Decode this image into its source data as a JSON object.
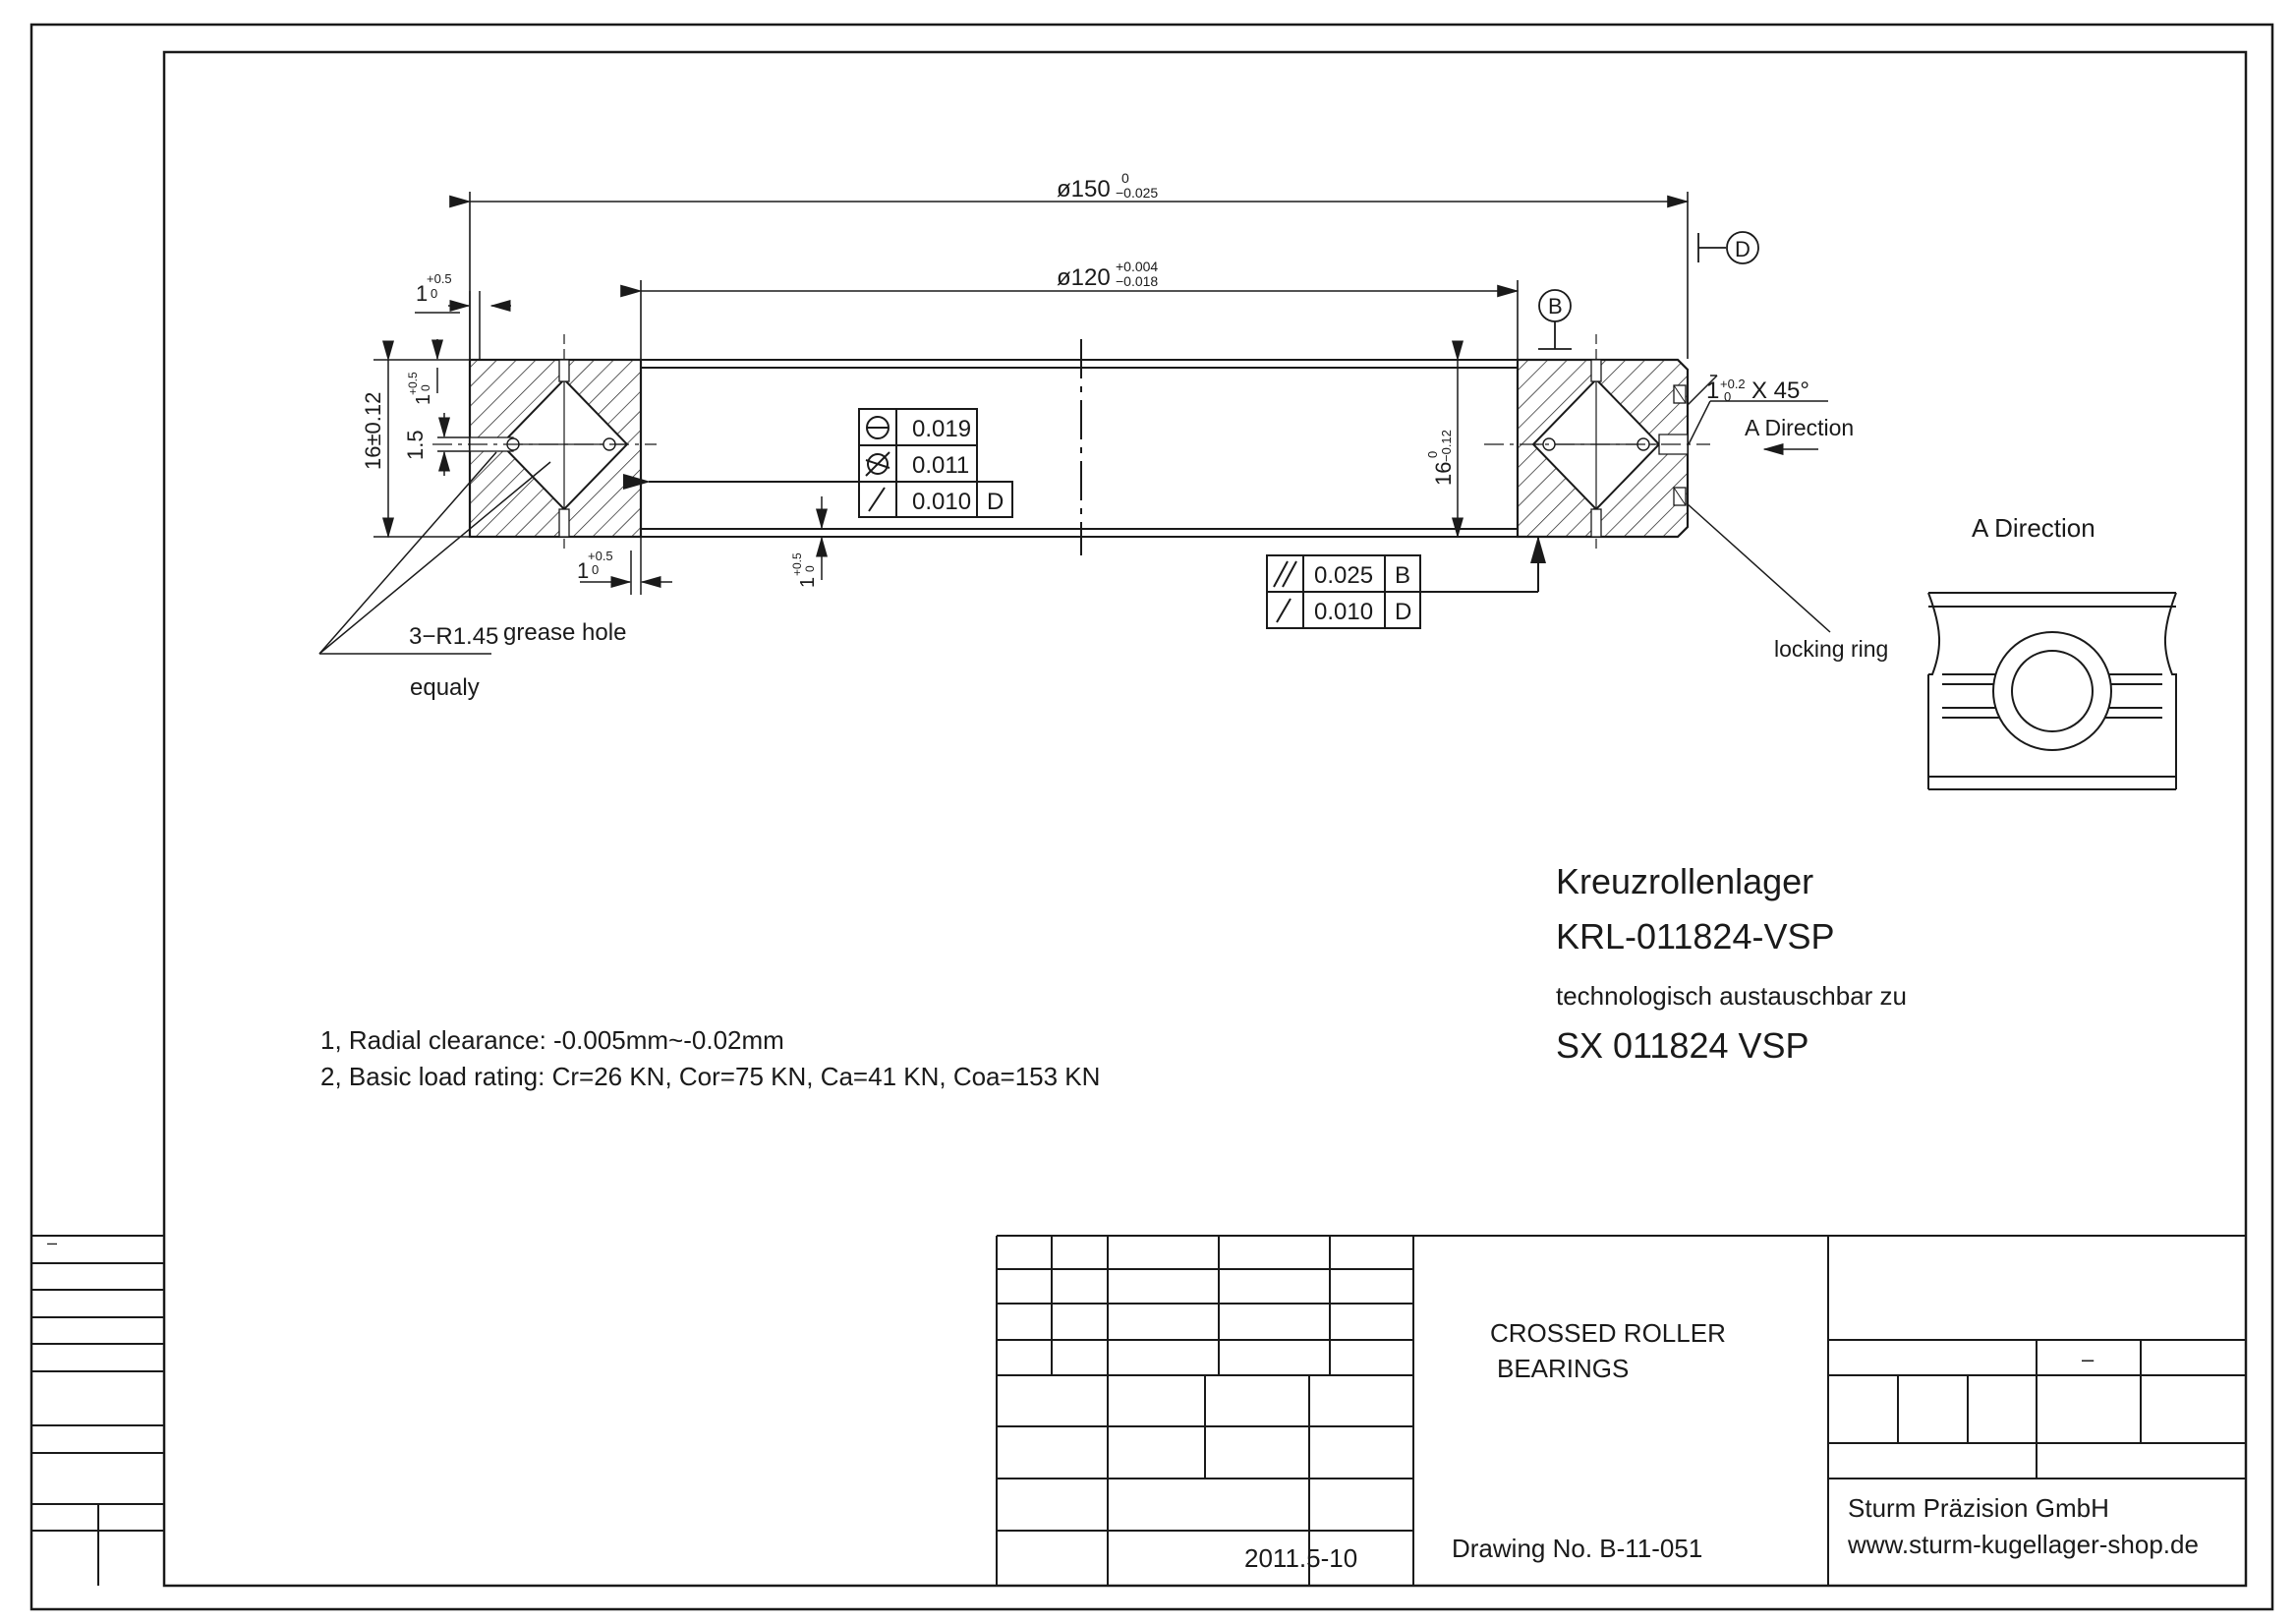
{
  "dimensions": {
    "outer_diameter": "ø150",
    "outer_tol_upper": "0",
    "outer_tol_lower": "−0.025",
    "inner_diameter": "ø120",
    "inner_tol_upper": "+0.004",
    "inner_tol_lower": "−0.018",
    "height_left": "16±0.12",
    "height_right": "16",
    "height_right_tol_upper": "0",
    "height_right_tol_lower": "−0.12",
    "step_top_label": "1",
    "step_top_tol_upper": "+0.5",
    "step_top_tol_lower": "0",
    "step_mid_label": "1",
    "step_mid_tol_upper": "+0.5",
    "step_mid_tol_lower": "0",
    "groove_label": "1.5",
    "step_bottom_label": "1",
    "step_bottom_tol_upper": "+0.5",
    "step_bottom_tol_lower": "0",
    "step_center_label": "1",
    "step_center_tol_upper": "+0.5",
    "step_center_tol_lower": "0",
    "chamfer_label": "1",
    "chamfer_tol_upper": "+0.2",
    "chamfer_tol_lower": "0",
    "chamfer_angle": "X  45°"
  },
  "datums": {
    "b": "B",
    "d": "D"
  },
  "tolerance_frame_center": {
    "circularity_value": "0.019",
    "cylindricity_value": "0.011",
    "runout_value": "0.010",
    "runout_datum": "D"
  },
  "tolerance_frame_right": {
    "parallelism_value": "0.025",
    "parallelism_datum": "B",
    "runout_value": "0.010",
    "runout_datum": "D"
  },
  "annotations": {
    "grease_hole_dim": "3−R1.45",
    "grease_hole_label": "grease hole",
    "grease_hole_sub": "equaly",
    "a_direction_arrow": "A Direction",
    "a_direction_title": "A Direction",
    "locking_ring": "locking ring"
  },
  "product": {
    "type": "Kreuzrollenlager",
    "model": "KRL-011824-VSP",
    "interchange_note": "technologisch austauschbar zu",
    "equivalent": "SX 011824 VSP"
  },
  "notes": [
    "1, Radial clearance: -0.005mm~-0.02mm",
    "2, Basic load rating: Cr=26 KN, Cor=75 KN, Ca=41 KN, Coa=153 KN"
  ],
  "title_block": {
    "title_line1": "CROSSED ROLLER",
    "title_line2": "BEARINGS",
    "date": "2011.5-10",
    "drawing_no": "Drawing No. B-11-051",
    "company": "Sturm Präzision GmbH",
    "website": "www.sturm-kugellager-shop.de",
    "dash_mark": "–",
    "left_mark": "–"
  }
}
